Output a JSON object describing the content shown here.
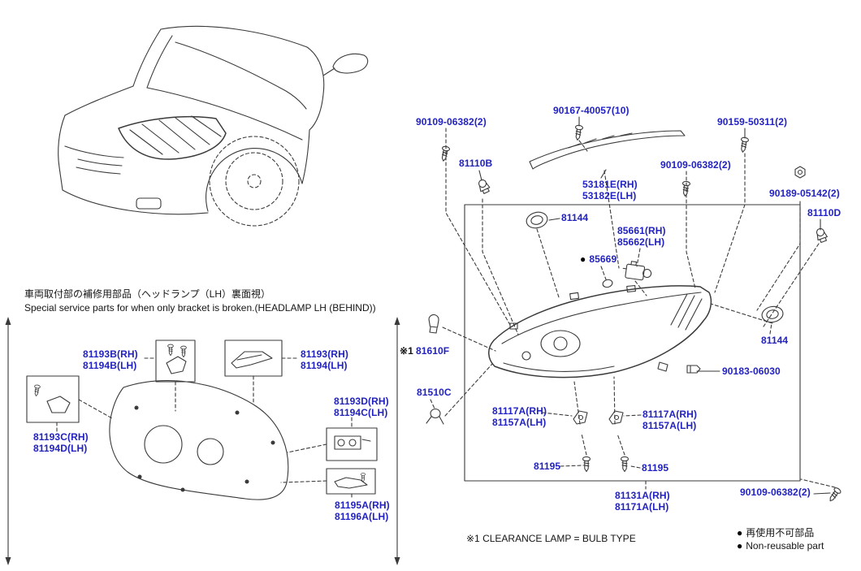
{
  "notes": {
    "jp": "車両取付部の補修用部品（ヘッドランプ（LH）裏面視）",
    "en": "Special service parts for when only bracket is broken.(HEADLAMP LH (BEHIND))",
    "footnote": "※1 CLEARANCE LAMP = BULB TYPE"
  },
  "legend": {
    "bullet": "●",
    "jp": "再使用不可部品",
    "en": "Non-reusable part"
  },
  "parts": {
    "bolt_90109_top_left": "90109-06382(2)",
    "screw_90167": "90167-40057(10)",
    "bolt_90159": "90159-50311(2)",
    "bulb_81110b": "81110B",
    "trim_rh": "53181E(RH)",
    "trim_lh": "53182E(LH)",
    "bolt_90109_mid": "90109-06382(2)",
    "nut_90189": "90189-05142(2)",
    "bulb_81110d": "81110D",
    "grommet_81144_left": "81144",
    "leveling_rh": "85661(RH)",
    "leveling_lh": "85662(LH)",
    "oring_marker": "●",
    "oring": "85669",
    "clearance_ref": "※1",
    "clearance_lamp": "81610F",
    "grommet_81144_right": "81144",
    "clip_90183": "90183-06030",
    "socket_81510c": "81510C",
    "bracket_inner_rh": "81117A(RH)",
    "bracket_inner_lh": "81157A(LH)",
    "bracket_outer_rh": "81117A(RH)",
    "bracket_outer_lh": "81157A(LH)",
    "screw_81195_left": "81195",
    "screw_81195_right": "81195",
    "unit_rh": "81131A(RH)",
    "unit_lh": "81171A(LH)",
    "bolt_90109_bottom_right": "90109-06382(2)",
    "bkt_b_rh": "81193B(RH)",
    "bkt_b_lh": "81194B(LH)",
    "bkt_rh": "81193(RH)",
    "bkt_lh": "81194(LH)",
    "bkt_c_rh": "81193C(RH)",
    "bkt_c_lh": "81194D(LH)",
    "bkt_d_rh": "81193D(RH)",
    "bkt_d_lh": "81194C(LH)",
    "bkt_e_rh": "81195A(RH)",
    "bkt_e_lh": "81196A(LH)"
  }
}
